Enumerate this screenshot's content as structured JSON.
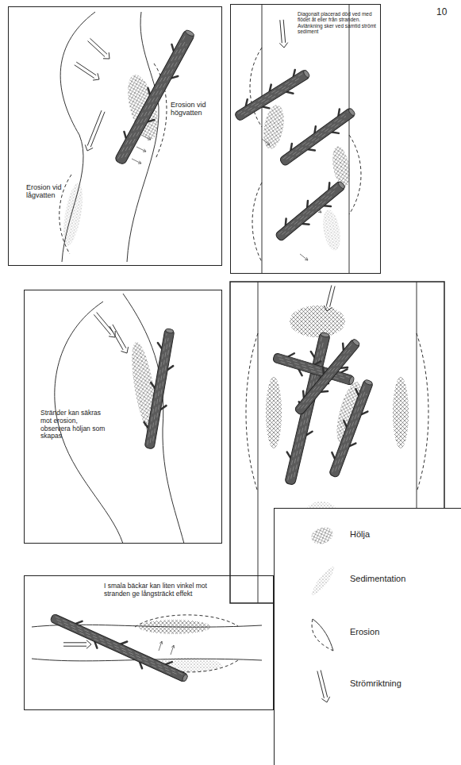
{
  "diagram": {
    "nodes": [
      {
        "text": [
          "Erosion vid högvatten",
          "Erosion vid lågvatten"
        ]
      },
      {
        "text": [
          "Diagonalt placerad död ved med flödet åt eller från stranden. Avlänkning sker ved samtid strömt sediment"
        ]
      },
      {
        "text": [
          "Stränder kan säkras mot erosion, observera höljan som skapas"
        ]
      },
      {
        "text": [
          "I smala bäckar kan liten vinkel mot stranden ge långsträckt effekt"
        ]
      }
    ],
    "labels": [
      "10"
    ],
    "legend": [
      {
        "text": "Hölja"
      },
      {
        "text": "Sedimentation"
      },
      {
        "text": "Erosion"
      },
      {
        "text": "Strömriktning"
      }
    ]
  }
}
